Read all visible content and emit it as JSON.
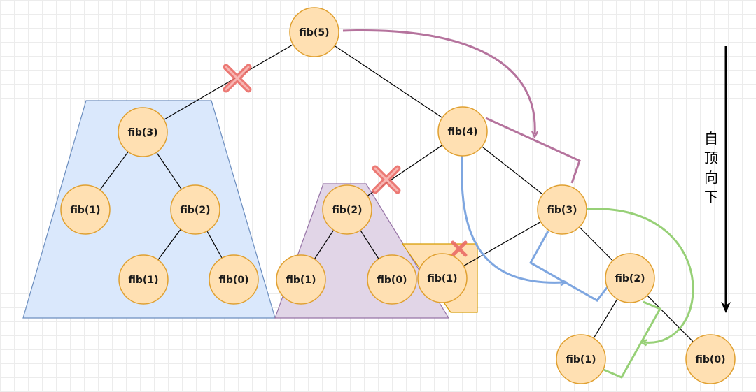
{
  "nodes": [
    {
      "id": "n5",
      "label": "fib(5)"
    },
    {
      "id": "n3a",
      "label": "fib(3)"
    },
    {
      "id": "n1a",
      "label": "fib(1)"
    },
    {
      "id": "n2a",
      "label": "fib(2)"
    },
    {
      "id": "n1b",
      "label": "fib(1)"
    },
    {
      "id": "n0a",
      "label": "fib(0)"
    },
    {
      "id": "n4",
      "label": "fib(4)"
    },
    {
      "id": "n2b",
      "label": "fib(2)"
    },
    {
      "id": "n1c",
      "label": "fib(1)"
    },
    {
      "id": "n0b",
      "label": "fib(0)"
    },
    {
      "id": "n3b",
      "label": "fib(3)"
    },
    {
      "id": "n1d",
      "label": "fib(1)"
    },
    {
      "id": "n2c",
      "label": "fib(2)"
    },
    {
      "id": "n1e",
      "label": "fib(1)"
    },
    {
      "id": "n0c",
      "label": "fib(0)"
    }
  ],
  "edges": [
    [
      "n5",
      "n3a"
    ],
    [
      "n5",
      "n4"
    ],
    [
      "n3a",
      "n1a"
    ],
    [
      "n3a",
      "n2a"
    ],
    [
      "n2a",
      "n1b"
    ],
    [
      "n2a",
      "n0a"
    ],
    [
      "n4",
      "n2b"
    ],
    [
      "n4",
      "n3b"
    ],
    [
      "n2b",
      "n1c"
    ],
    [
      "n2b",
      "n0b"
    ],
    [
      "n3b",
      "n1d"
    ],
    [
      "n3b",
      "n2c"
    ],
    [
      "n2c",
      "n1e"
    ],
    [
      "n2c",
      "n0c"
    ]
  ],
  "direction": {
    "chars": [
      "自",
      "顶",
      "向",
      "下"
    ]
  },
  "colors": {
    "node_fill": "#ffe0b2",
    "node_stroke": "#e0a030",
    "edge": "#000000",
    "blue_region_fill": "#dae8fc",
    "blue_region_stroke": "#6c8ebf",
    "purple_region_fill": "#e1d5e7",
    "purple_region_stroke": "#9673a6",
    "orange_region_fill": "#ffe0b2",
    "orange_region_stroke": "#d79b00",
    "purple_arrow": "#b5739d",
    "blue_arrow": "#7ea6e0",
    "green_arrow": "#97d077",
    "cross_mark": "#ea6b66"
  }
}
